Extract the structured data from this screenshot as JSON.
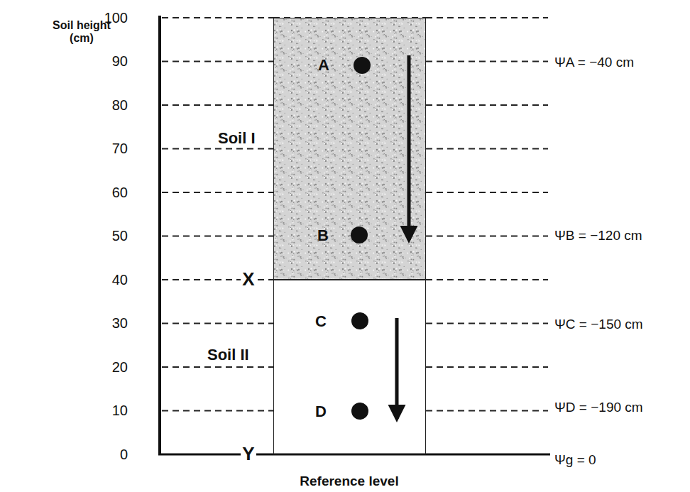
{
  "diagram": {
    "nodes": [
      {
        "text": [
          "Soil I"
        ]
      },
      {
        "text": [
          "Soil II"
        ]
      }
    ],
    "labels": [
      "Soil height (cm)",
      "100",
      "90",
      "80",
      "70",
      "60",
      "50",
      "40",
      "30",
      "20",
      "10",
      "0",
      "X",
      "Y",
      "A",
      "B",
      "C",
      "D",
      "ΨA = −40 cm",
      "ΨB = −120 cm",
      "ΨC = −150 cm",
      "ΨD = −190 cm",
      "Ψg = 0",
      "Reference level"
    ]
  }
}
